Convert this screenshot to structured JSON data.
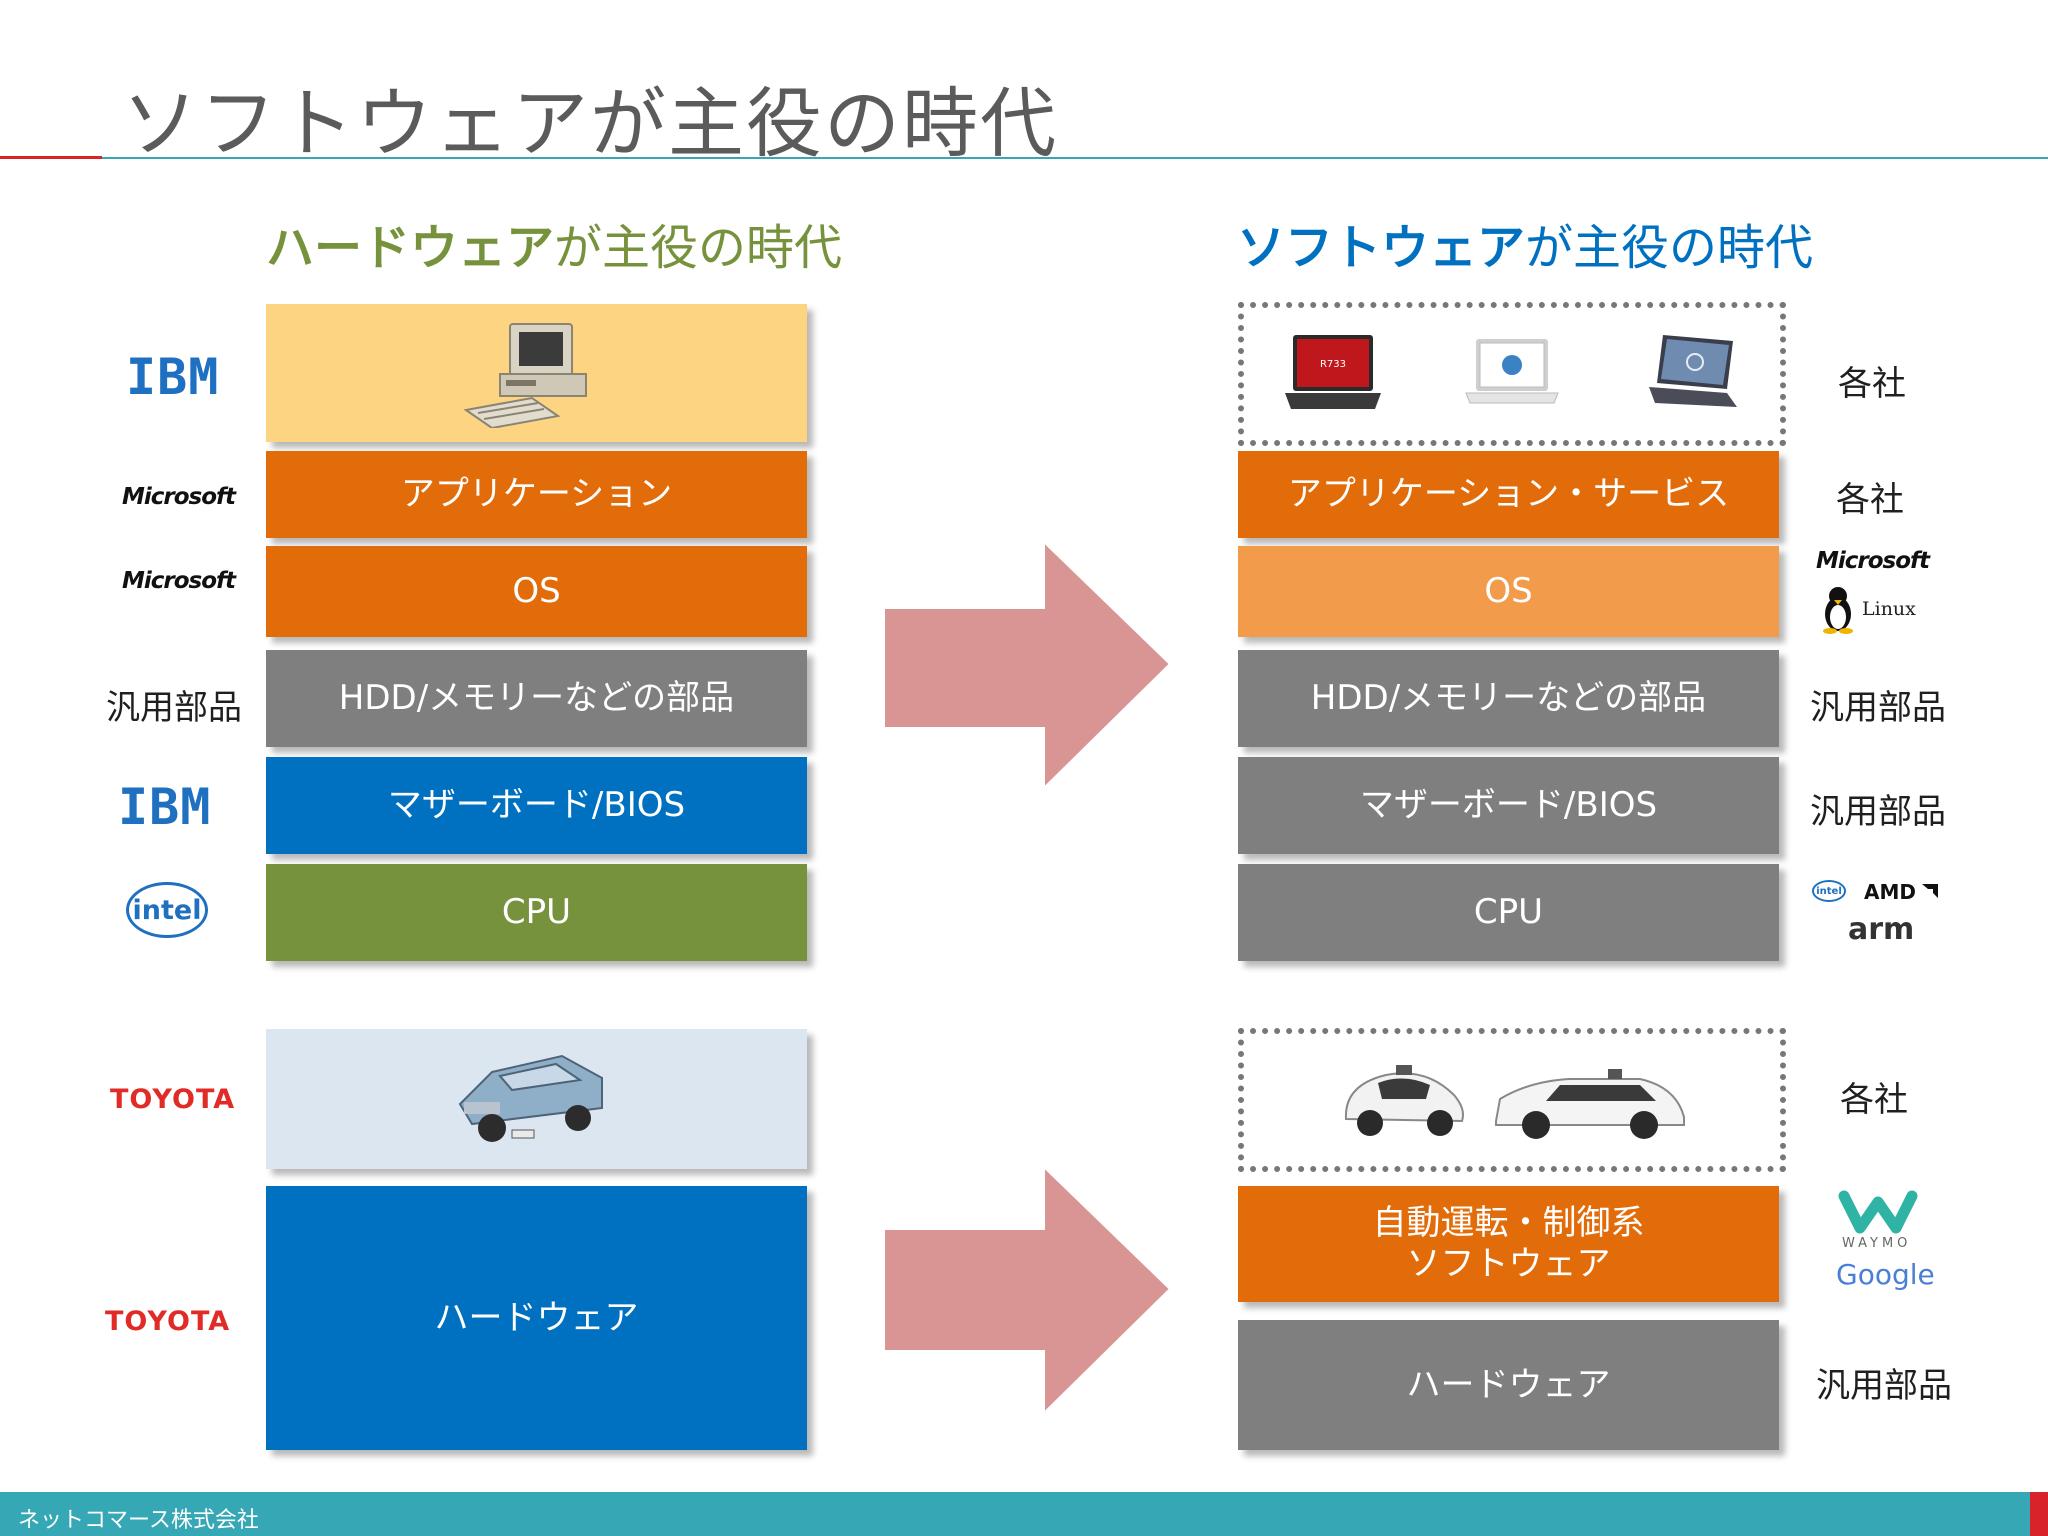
{
  "title": "ソフトウェアが主役の時代",
  "left": {
    "heading_bold": "ハードウェア",
    "heading_rest": "が主役の時代",
    "layers": {
      "app": "アプリケーション",
      "os": "OS",
      "parts": "HDD/メモリーなどの部品",
      "board": "マザーボード/BIOS",
      "cpu": "CPU",
      "hardware": "ハードウェア"
    },
    "makers": {
      "ibm_top": "IBM",
      "ms_app": "Microsoft",
      "ms_os": "Microsoft",
      "parts": "汎用部品",
      "ibm_board": "IBM",
      "intel": "intel",
      "toyota_car": "TOYOTA",
      "toyota_hw": "TOYOTA"
    }
  },
  "right": {
    "heading_bold": "ソフトウェア",
    "heading_rest": "が主役の時代",
    "layers": {
      "app": "アプリケーション・サービス",
      "os": "OS",
      "parts": "HDD/メモリーなどの部品",
      "board": "マザーボード/BIOS",
      "cpu": "CPU",
      "auto_line1": "自動運転・制御系",
      "auto_line2": "ソフトウェア",
      "hardware": "ハードウェア"
    },
    "makers": {
      "pcs": "各社",
      "app": "各社",
      "os_ms": "Microsoft",
      "os_linux": "Linux",
      "parts": "汎用部品",
      "board": "汎用部品",
      "cpu_intel": "intel",
      "cpu_amd": "AMD",
      "cpu_arm": "arm",
      "cars": "各社",
      "waymo": "WAYMO",
      "google": "Google",
      "hardware": "汎用部品"
    }
  },
  "laptop_label": "R733",
  "footer": "ネットコマース株式会社",
  "colors": {
    "left_heading": "#77923c",
    "right_heading": "#0070c0",
    "arrow": "#d99594",
    "orange": "#e36c0a",
    "gray": "#7f7f7f",
    "blue": "#0070c0",
    "green": "#77923c"
  }
}
